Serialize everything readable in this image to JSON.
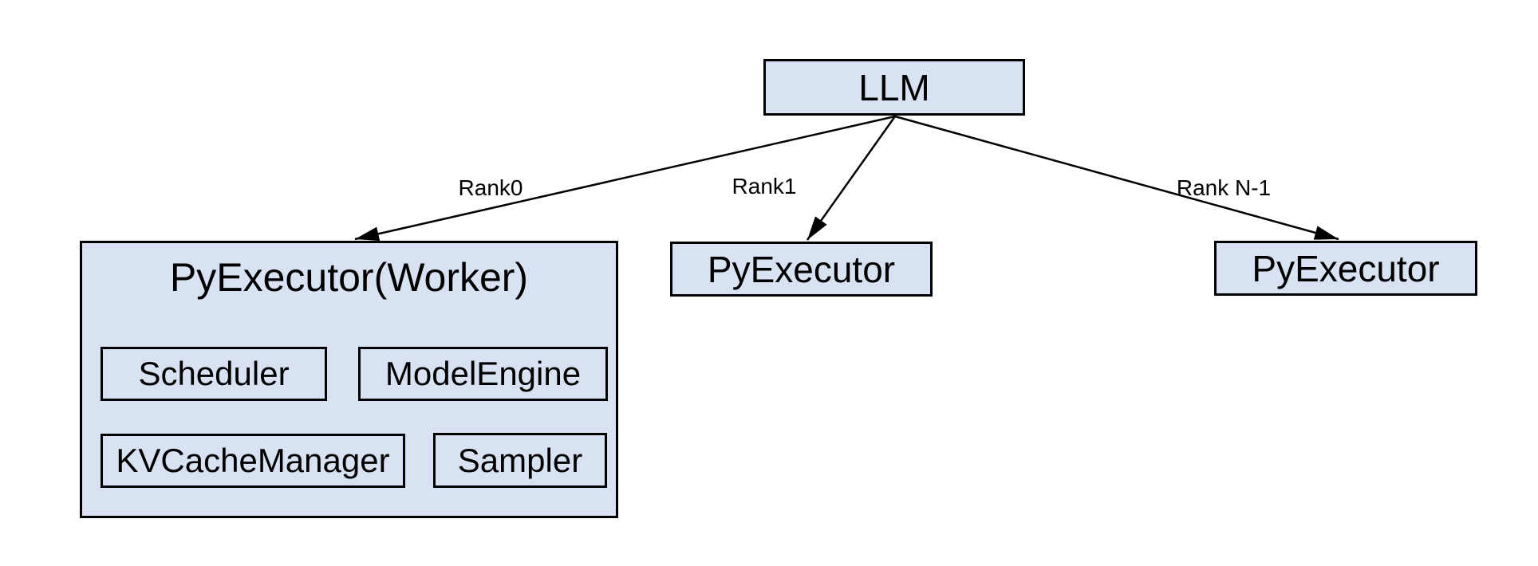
{
  "diagram": {
    "colors": {
      "node_fill": "#d8e2f2",
      "node_border": "#000000",
      "arrow": "#000000",
      "text": "#000000",
      "background": "#ffffff"
    },
    "nodes": {
      "llm": {
        "label": "LLM"
      },
      "worker": {
        "label": "PyExecutor(Worker)",
        "children": [
          {
            "label": "Scheduler"
          },
          {
            "label": "ModelEngine"
          },
          {
            "label": "KVCacheManager"
          },
          {
            "label": "Sampler"
          }
        ]
      },
      "executor_rank1": {
        "label": "PyExecutor"
      },
      "executor_rank_n": {
        "label": "PyExecutor"
      }
    },
    "edges": [
      {
        "label": "Rank0",
        "from": "LLM",
        "to": "PyExecutor(Worker)"
      },
      {
        "label": "Rank1",
        "from": "LLM",
        "to": "PyExecutor"
      },
      {
        "label": "Rank N-1",
        "from": "LLM",
        "to": "PyExecutor"
      }
    ]
  }
}
